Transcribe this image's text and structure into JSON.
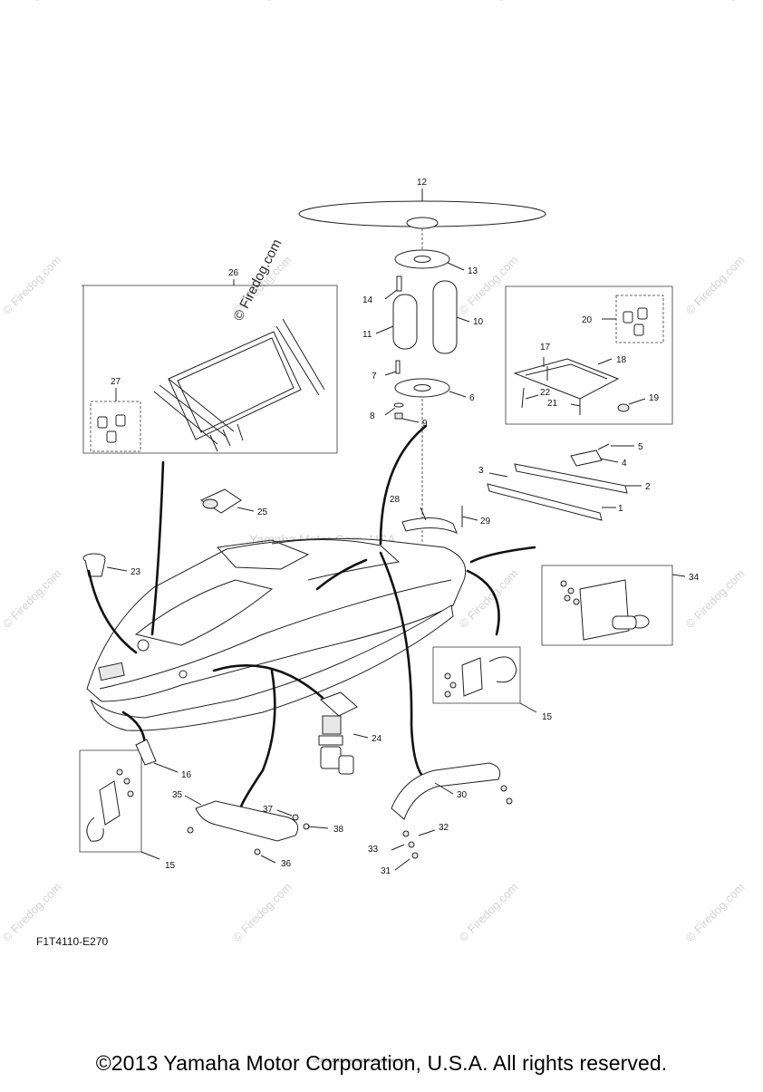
{
  "diagram": {
    "code": "F1T4110-E270",
    "watermark_main": "© Firedog.com",
    "watermark_small": "© Firedog.com",
    "watermark_center": "Yamaha Motor Corp. USA",
    "tiny_print": "(c) 2000-2013 Yamaha Motor Corporation, U.S.A."
  },
  "callouts": [
    "1",
    "2",
    "3",
    "4",
    "5",
    "6",
    "7",
    "8",
    "9",
    "10",
    "11",
    "12",
    "13",
    "14",
    "15",
    "16",
    "17",
    "18",
    "19",
    "20",
    "21",
    "22",
    "23",
    "24",
    "25",
    "26",
    "27",
    "28",
    "29",
    "30",
    "31",
    "32",
    "33",
    "34",
    "35",
    "36",
    "37",
    "38"
  ],
  "footer": {
    "copyright": "©2013 Yamaha Motor Corporation, U.S.A. All rights reserved."
  }
}
